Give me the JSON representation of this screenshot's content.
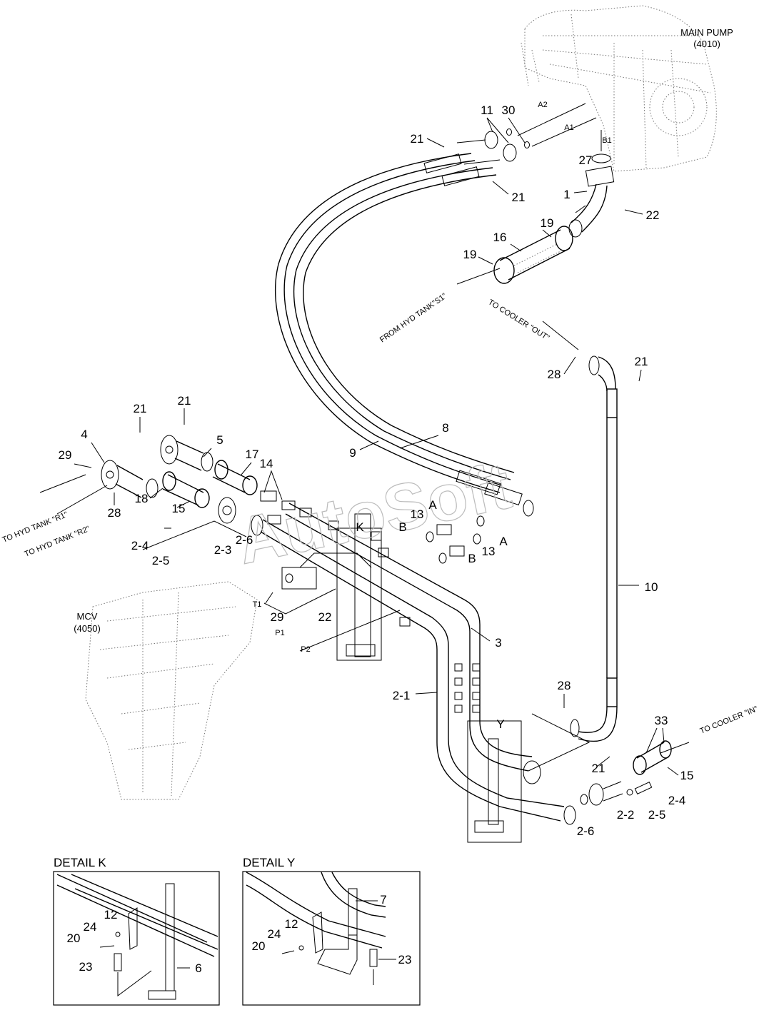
{
  "components": {
    "main_pump": {
      "name": "MAIN PUMP",
      "code": "(4010)"
    },
    "mcv": {
      "name": "MCV",
      "code": "(4050)"
    }
  },
  "flow_labels": {
    "from_hyd_tank": "FROM HYD TANK\"S1\"",
    "to_cooler_out": "TO COOLER \"OUT\"",
    "to_cooler_in": "TO COOLER \"IN\"",
    "to_hyd_tank_r1": "TO HYD TANK \"R1\"",
    "to_hyd_tank_r2": "TO HYD TANK \"R2\""
  },
  "port_labels": {
    "a1": "A1",
    "a2": "A2",
    "b1": "B1",
    "t1": "T1",
    "p1": "P1",
    "p2": "P2"
  },
  "watermark": "AutoSoft",
  "details": {
    "k": {
      "title": "DETAIL K"
    },
    "y": {
      "title": "DETAIL Y"
    }
  },
  "callouts": {
    "c11": "11",
    "c30": "30",
    "c21_top": "21",
    "c21_top2": "21",
    "c27": "27",
    "c1": "1",
    "c22_top": "22",
    "c19_a": "19",
    "c16": "16",
    "c19_b": "19",
    "c28_right": "28",
    "c21_right": "21",
    "c21_l1": "21",
    "c21_l2": "21",
    "c4": "4",
    "c5": "5",
    "c29_l": "29",
    "c17": "17",
    "c14": "14",
    "c18": "18",
    "c15_l": "15",
    "c28_l": "28",
    "c2_4_l": "2-4",
    "c2_5_l": "2-5",
    "c2_3": "2-3",
    "c2_6_l": "2-6",
    "c8": "8",
    "c9": "9",
    "k_mark": "K",
    "c13_a": "13",
    "a_top": "A",
    "b_top": "B",
    "a_bot": "A",
    "c13_b": "13",
    "b_bot": "B",
    "c29_m": "29",
    "c22_m": "22",
    "c10": "10",
    "c3": "3",
    "c2_1": "2-1",
    "c28_low": "28",
    "y_mark": "Y",
    "c33": "33",
    "c21_low": "21",
    "c15_r": "15",
    "c2_4_r": "2-4",
    "c2_5_r": "2-5",
    "c2_2": "2-2",
    "c2_6_r": "2-6",
    "k12": "12",
    "k24": "24",
    "k20": "20",
    "k23": "23",
    "k6": "6",
    "y7": "7",
    "y12": "12",
    "y24": "24",
    "y20": "20",
    "y23": "23"
  }
}
